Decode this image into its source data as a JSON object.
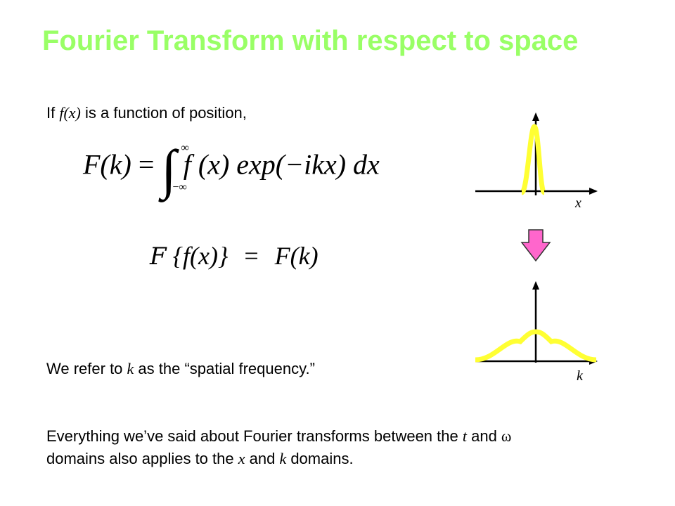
{
  "slide": {
    "title": "Fourier Transform with respect to space",
    "intro": {
      "pre": "If ",
      "func": "f(x)",
      "post": " is a function of position,"
    },
    "equation_main": {
      "lhs": "F(k)",
      "equals": "=",
      "upper_limit": "∞",
      "lower_limit": "−∞",
      "integrand": "f (x) exp(−ikx) dx"
    },
    "equation_operator": {
      "operator": "F",
      "arg": "{f(x)}",
      "equals": "=",
      "rhs": "F(k)"
    },
    "spatial_note": {
      "pre": "We refer to ",
      "var": "k",
      "post": " as the “spatial frequency.”"
    },
    "summary": {
      "line1_pre": "Everything we’ve said about Fourier transforms between the ",
      "t": "t",
      "line1_mid": " and ",
      "omega": "ω",
      "line2_pre": "domains also applies to the ",
      "x": "x",
      "line2_mid": " and ",
      "k": "k",
      "line2_post": " domains."
    },
    "diagrams": {
      "top_axis_label": "x",
      "bottom_axis_label": "k",
      "curve_color": "#ffff33",
      "arrow_color": "#ff66cc",
      "arrow_icon": "down-arrow-icon"
    }
  }
}
